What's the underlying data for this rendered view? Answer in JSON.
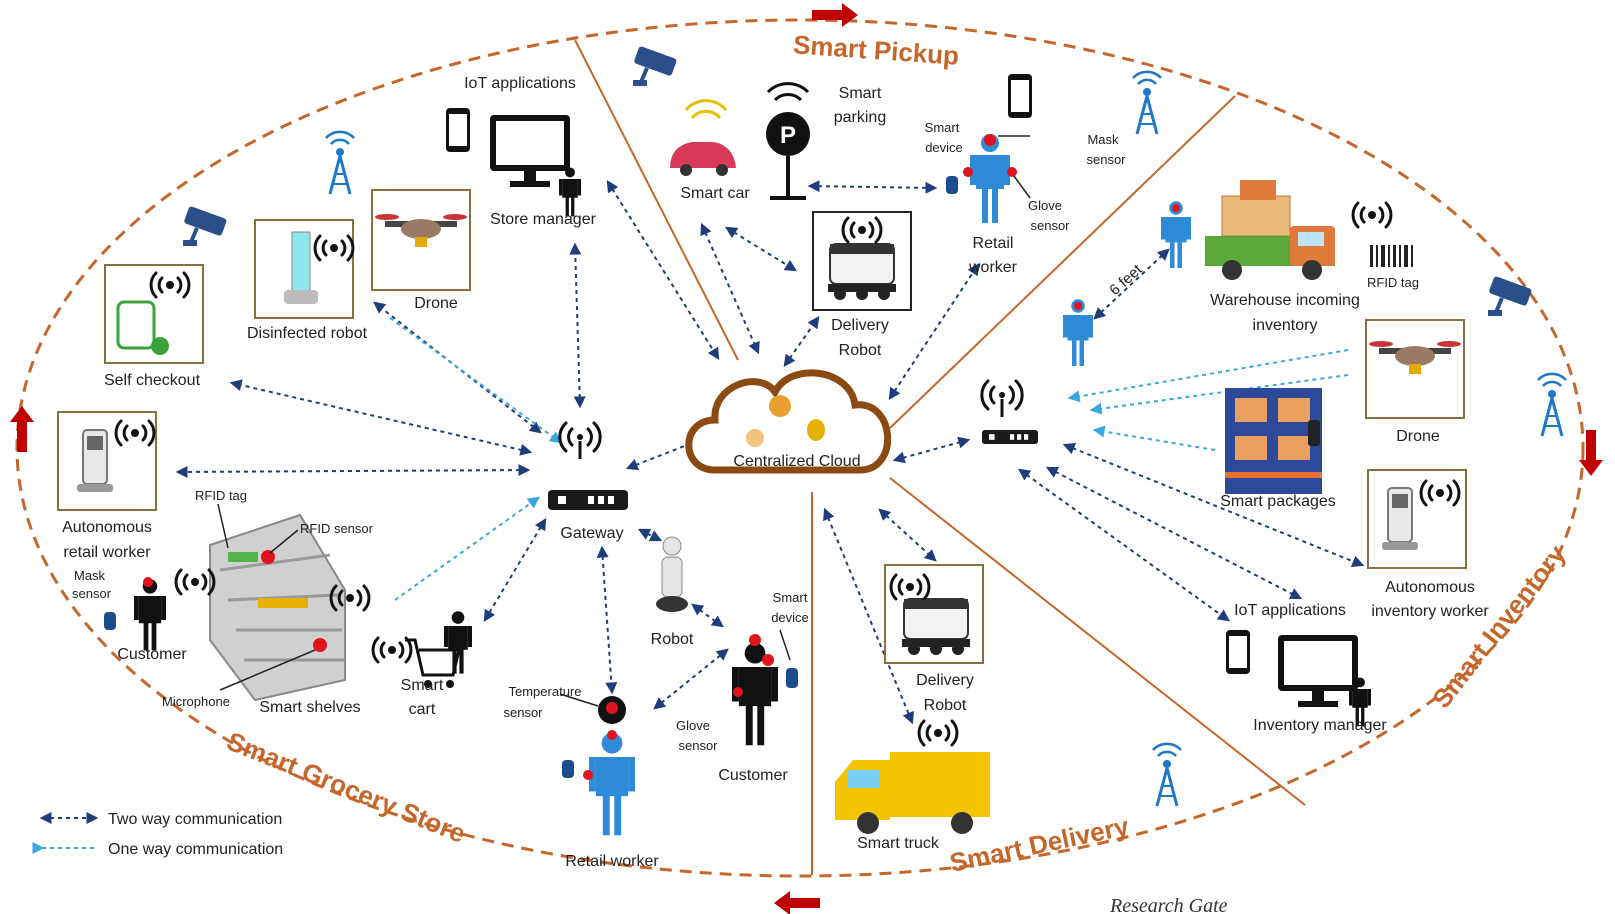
{
  "zones": {
    "pickup": "Smart Pickup",
    "grocery": "Smart Grocery Store",
    "delivery": "Smart Delivery",
    "inventory": "Smart Inventory"
  },
  "center": {
    "cloud": "Centralized Cloud",
    "gateway": "Gateway"
  },
  "nodes": {
    "iot_applications": "IoT applications",
    "store_manager": "Store manager",
    "drone_left": "Drone",
    "disinfected_robot": "Disinfected robot",
    "self_checkout": "Self checkout",
    "autonomous_retail_worker_1": "Autonomous",
    "autonomous_retail_worker_2": "retail worker",
    "rfid_tag_left": "RFID tag",
    "rfid_sensor": "RFID sensor",
    "mask_sensor_left_1": "Mask",
    "mask_sensor_left_2": "sensor",
    "customer_left": "Customer",
    "microphone": "Microphone",
    "smart_shelves": "Smart shelves",
    "smart_cart_1": "Smart",
    "smart_cart_2": "cart",
    "robot": "Robot",
    "temperature_sensor_1": "Temperature",
    "temperature_sensor_2": "sensor",
    "retail_worker_bottom": "Retail worker",
    "smart_device_bottom_1": "Smart",
    "smart_device_bottom_2": "device",
    "glove_sensor_bottom_1": "Glove",
    "glove_sensor_bottom_2": "sensor",
    "customer_bottom": "Customer",
    "smart_car": "Smart  car",
    "smart_parking_1": "Smart",
    "smart_parking_2": "parking",
    "delivery_robot_top_1": "Delivery",
    "delivery_robot_top_2": "Robot",
    "smart_device_top_1": "Smart",
    "smart_device_top_2": "device",
    "glove_sensor_top_1": "Glove",
    "glove_sensor_top_2": "sensor",
    "retail_worker_top_1": "Retail",
    "retail_worker_top_2": "worker",
    "mask_sensor_right_1": "Mask",
    "mask_sensor_right_2": "sensor",
    "six_feet": "6 feet",
    "warehouse_1": "Warehouse incoming",
    "warehouse_2": "inventory",
    "rfid_tag_right": "RFID tag",
    "drone_right": "Drone",
    "smart_packages": "Smart packages",
    "autonomous_inventory_1": "Autonomous",
    "autonomous_inventory_2": "inventory worker",
    "iot_applications_right": "IoT applications",
    "inventory_manager": "Inventory manager",
    "delivery_robot_bottom_1": "Delivery",
    "delivery_robot_bottom_2": "Robot",
    "smart_truck": "Smart truck"
  },
  "legend": {
    "two_way": "Two way communication",
    "one_way": "One way communication"
  },
  "credit": "Research Gate",
  "colors": {
    "border": "#c5662a",
    "two_way_line": "#1f3d7a",
    "one_way_line": "#3aa6e0",
    "cloud": "#8b4a12",
    "worker_blue": "#2f8ad8",
    "sensor_red": "#e0141e",
    "arrow_red": "#c00000"
  }
}
